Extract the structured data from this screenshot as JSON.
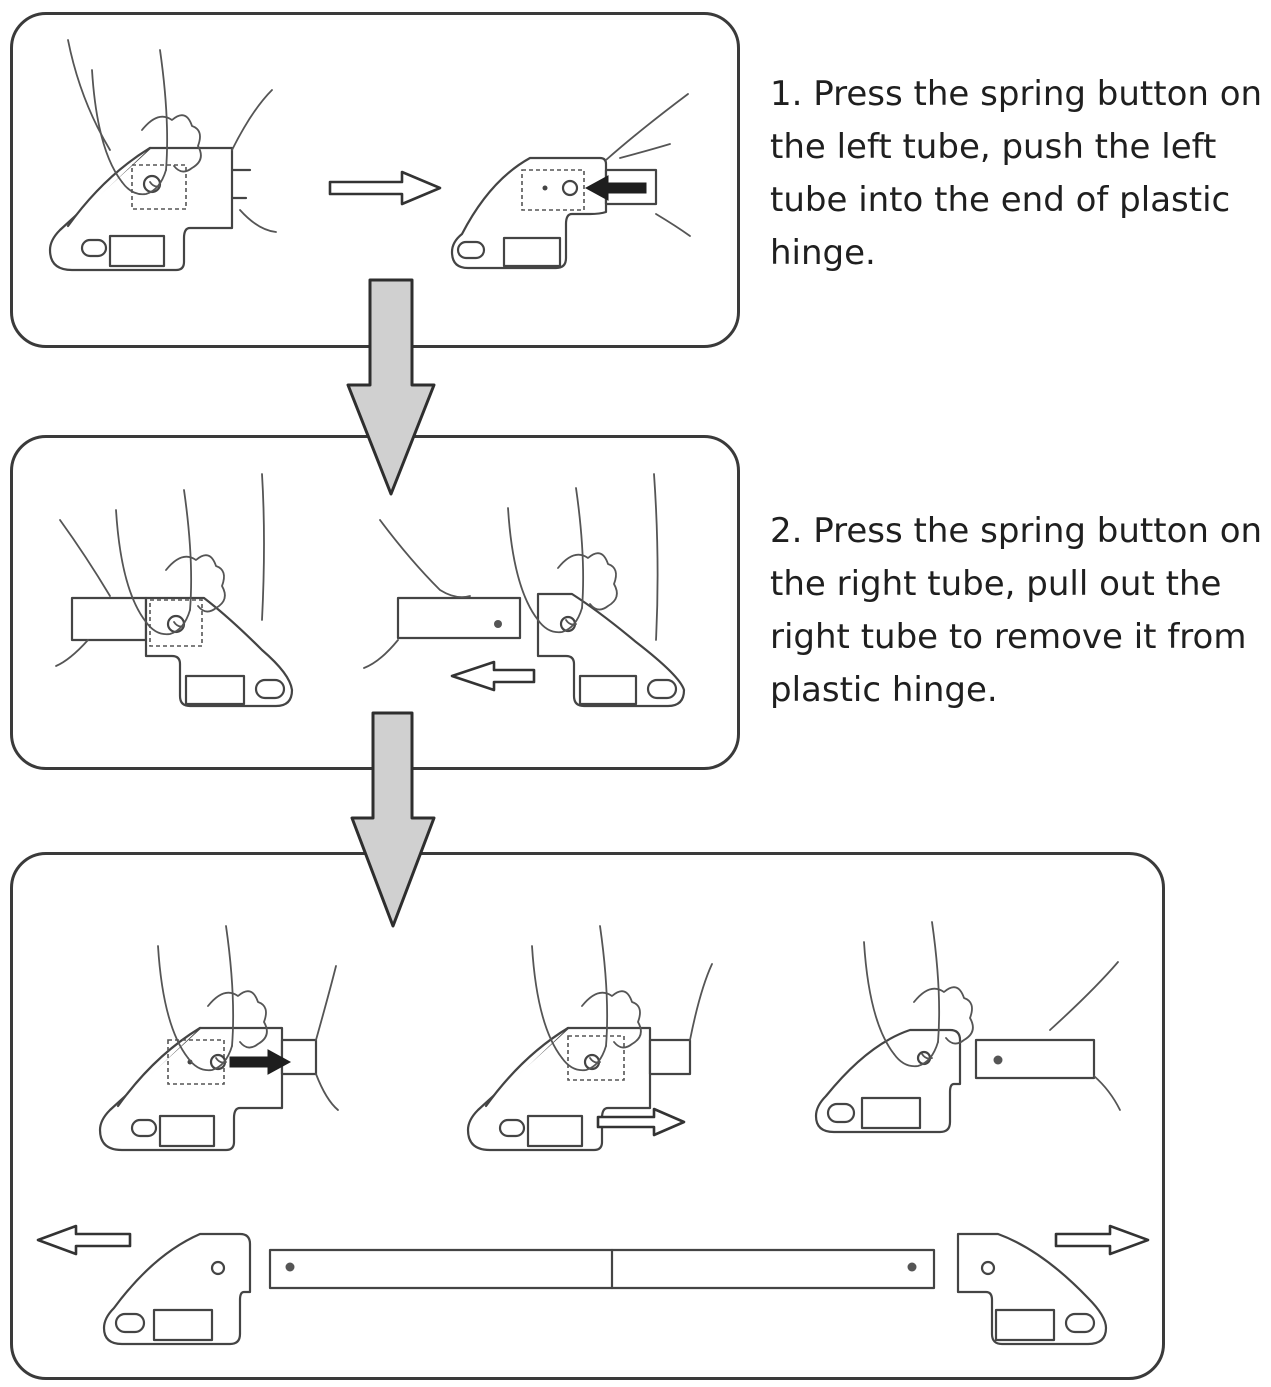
{
  "steps": [
    {
      "number": "1.",
      "lines": [
        "1. Press the spring button on",
        "the left tube, push the left",
        "tube into the end of plastic",
        "hinge."
      ]
    },
    {
      "number": "2.",
      "lines": [
        "2. Press the spring button on",
        "the right tube, pull out the",
        "right tube to remove it from",
        "plastic hinge."
      ]
    }
  ],
  "colors": {
    "panel_border": "#3a3a3a",
    "big_arrow_fill": "#d0d0d0",
    "line_art": "#444444",
    "solid_arrow": "#1e1e1e"
  }
}
